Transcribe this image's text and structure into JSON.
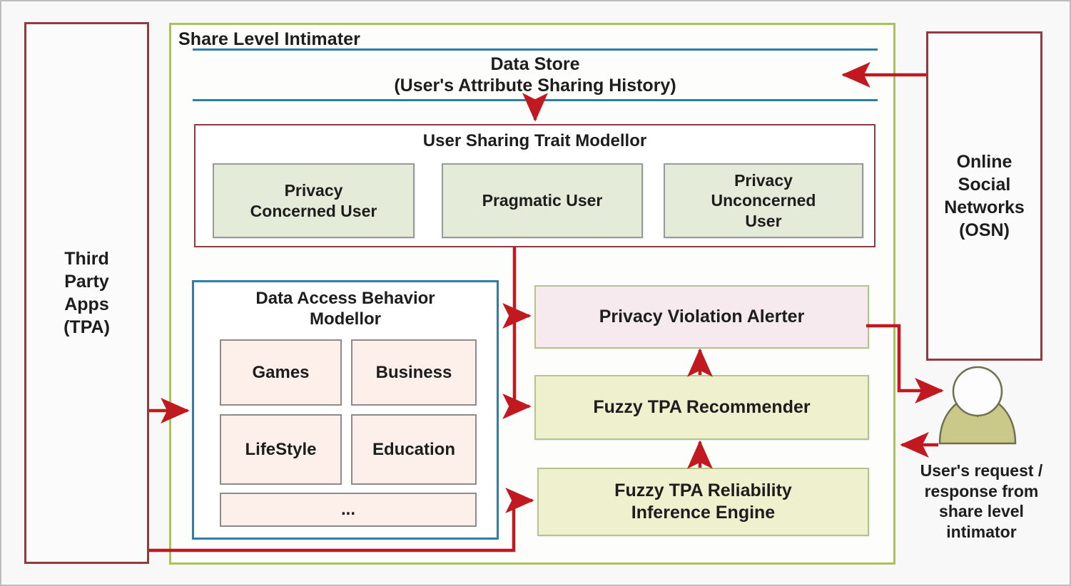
{
  "diagram": {
    "title": "Share Level Intimater",
    "frame_border_color": "#a9c25a",
    "arrow_color": "#c0191f",
    "background": "#f7f8f7"
  },
  "actors": {
    "third_party_apps": {
      "label": "Third\nParty\nApps\n(TPA)",
      "lines": [
        "Third",
        "Party",
        "Apps",
        "(TPA)"
      ],
      "border_color": "#8e3b41"
    },
    "online_social_networks": {
      "label": "Online\nSocial\nNetworks\n(OSN)",
      "lines": [
        "Online",
        "Social",
        "Networks",
        "(OSN)"
      ],
      "border_color": "#8e3b41"
    },
    "end_user": {
      "caption_lines": [
        "User's request /",
        "response from",
        "share level",
        "intimator"
      ],
      "head_color": "#ffffff",
      "body_color": "#cbc98a",
      "collar_color": "#b9cee3"
    }
  },
  "data_store": {
    "line1": "Data Store",
    "line2": "(User's Attribute Sharing History)",
    "rule_color": "#2f7ea5"
  },
  "trait_modellor": {
    "title": "User Sharing Trait Modellor",
    "border_color": "#8e3b41",
    "cell_fill": "#e4ebd9",
    "cells": [
      {
        "label": "Privacy\nConcerned User",
        "lines": [
          "Privacy",
          "Concerned User"
        ]
      },
      {
        "label": "Pragmatic User",
        "lines": [
          "Pragmatic User"
        ]
      },
      {
        "label": "Privacy\nUnconcerned\nUser",
        "lines": [
          "Privacy",
          "Unconcerned",
          "User"
        ]
      }
    ]
  },
  "behavior_modellor": {
    "title": "Data Access Behavior Modellor",
    "title_lines": [
      "Data Access Behavior",
      "Modellor"
    ],
    "border_color": "#2f7ea5",
    "cell_fill": "#fdf0ea",
    "categories": [
      "Games",
      "Business",
      "LifeStyle",
      "Education",
      "..."
    ]
  },
  "modules": [
    {
      "label": "Privacy Violation Alerter",
      "lines": [
        "Privacy Violation Alerter"
      ],
      "fill": "#f6eaef"
    },
    {
      "label": "Fuzzy TPA  Recommender",
      "lines": [
        "Fuzzy TPA  Recommender"
      ],
      "fill": "#eff0cd"
    },
    {
      "label": "Fuzzy TPA Reliability Inference Engine",
      "lines": [
        "Fuzzy TPA Reliability",
        "Inference Engine"
      ],
      "fill": "#eff0cd"
    }
  ]
}
